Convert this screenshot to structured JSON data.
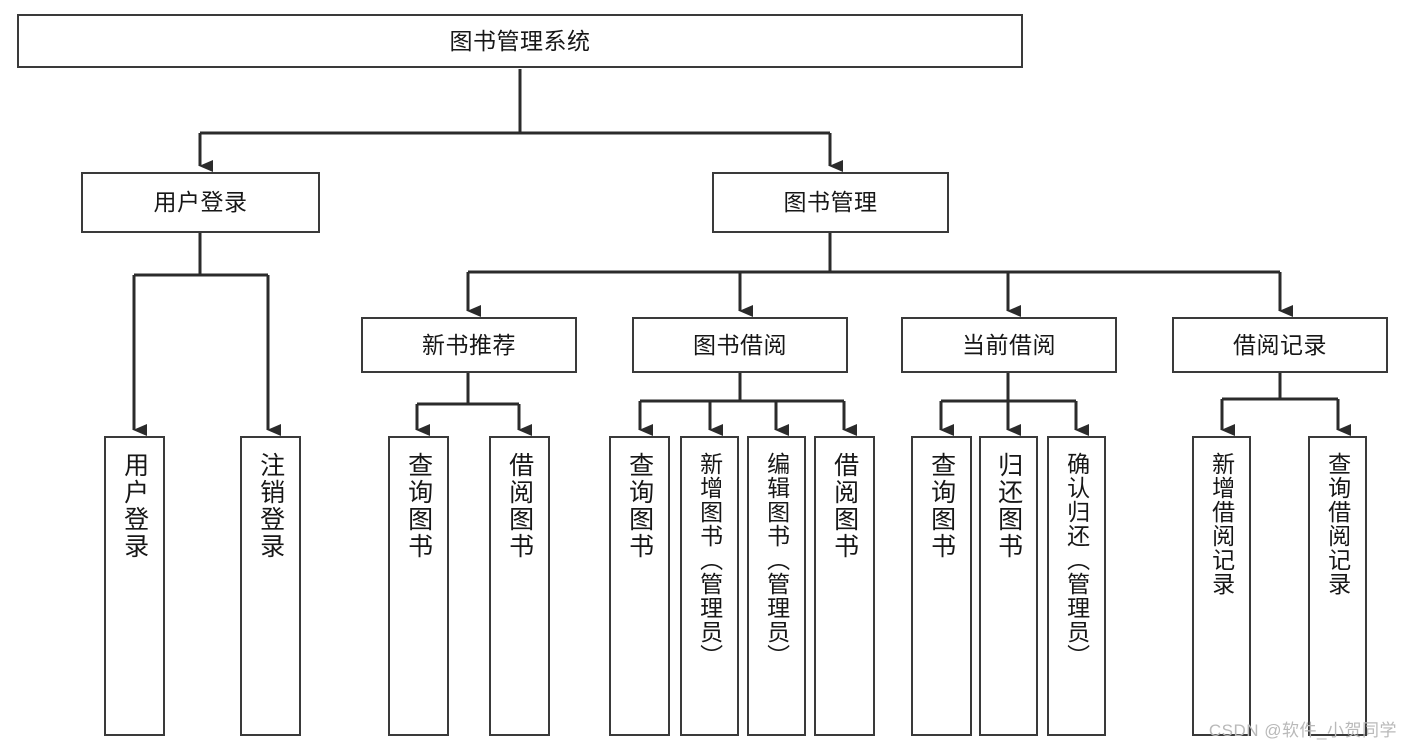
{
  "diagram": {
    "title": "图书管理系统",
    "type": "tree-hierarchy",
    "root": {
      "id": "root",
      "label": "图书管理系统"
    },
    "level2": [
      {
        "id": "login",
        "label": "用户登录"
      },
      {
        "id": "bookmgmt",
        "label": "图书管理"
      }
    ],
    "level3": [
      {
        "id": "newbook",
        "label": "新书推荐",
        "parent": "bookmgmt"
      },
      {
        "id": "borrow",
        "label": "图书借阅",
        "parent": "bookmgmt"
      },
      {
        "id": "current",
        "label": "当前借阅",
        "parent": "bookmgmt"
      },
      {
        "id": "records",
        "label": "借阅记录",
        "parent": "bookmgmt"
      }
    ],
    "leaves": [
      {
        "id": "leaf-user-login",
        "label": "用户登录",
        "parent": "login"
      },
      {
        "id": "leaf-user-logout",
        "label": "注销登录",
        "parent": "login"
      },
      {
        "id": "leaf-newbook-query",
        "label": "查询图书",
        "parent": "newbook"
      },
      {
        "id": "leaf-newbook-borrow",
        "label": "借阅图书",
        "parent": "newbook"
      },
      {
        "id": "leaf-borrow-query",
        "label": "查询图书",
        "parent": "borrow"
      },
      {
        "id": "leaf-borrow-add",
        "label": "新增图书（管理员）",
        "parent": "borrow"
      },
      {
        "id": "leaf-borrow-edit",
        "label": "编辑图书（管理员）",
        "parent": "borrow"
      },
      {
        "id": "leaf-borrow-lend",
        "label": "借阅图书",
        "parent": "borrow"
      },
      {
        "id": "leaf-current-query",
        "label": "查询图书",
        "parent": "current"
      },
      {
        "id": "leaf-current-return",
        "label": "归还图书",
        "parent": "current"
      },
      {
        "id": "leaf-current-confirm",
        "label": "确认归还（管理员）",
        "parent": "current"
      },
      {
        "id": "leaf-records-add",
        "label": "新增借阅记录",
        "parent": "records"
      },
      {
        "id": "leaf-records-query",
        "label": "查询借阅记录",
        "parent": "records"
      }
    ]
  },
  "watermark": {
    "text": "CSDN @软件_小贺同学"
  },
  "colors": {
    "background": "#ffffff",
    "box_border": "#3a3a3a",
    "box_fill": "#ffffff",
    "edge": "#2b2b2b",
    "text": "#171717",
    "watermark": "#b9b9b9"
  }
}
